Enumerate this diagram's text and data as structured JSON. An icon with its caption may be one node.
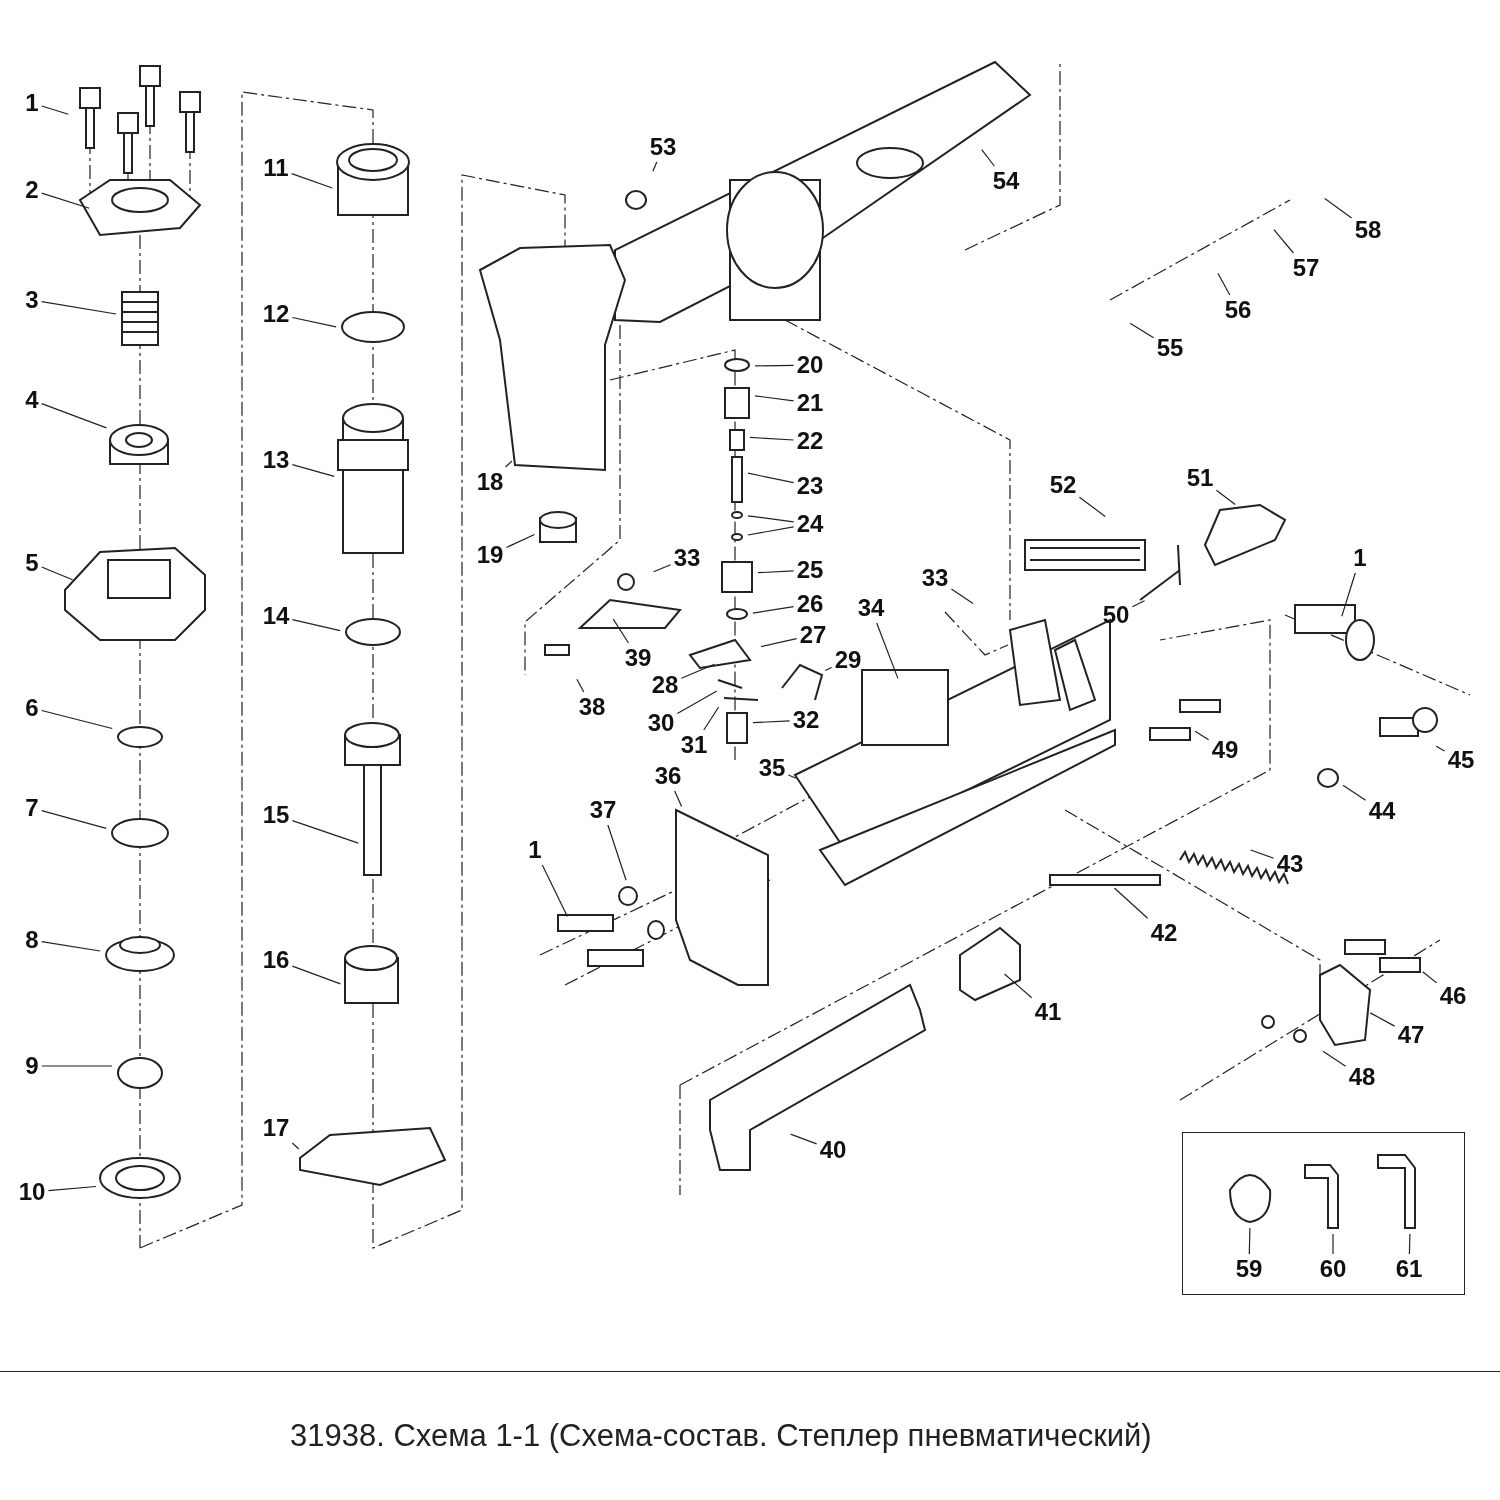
{
  "diagram": {
    "caption": "31938. Схема 1-1 (Схема-состав. Степлер пневматический)",
    "nodes": [
      {
        "text": [
          "1"
        ]
      },
      {
        "text": [
          "2"
        ]
      },
      {
        "text": [
          "3"
        ]
      },
      {
        "text": [
          "4"
        ]
      },
      {
        "text": [
          "5"
        ]
      },
      {
        "text": [
          "6"
        ]
      },
      {
        "text": [
          "7"
        ]
      },
      {
        "text": [
          "8"
        ]
      },
      {
        "text": [
          "9"
        ]
      },
      {
        "text": [
          "10"
        ]
      },
      {
        "text": [
          "11"
        ]
      },
      {
        "text": [
          "12"
        ]
      },
      {
        "text": [
          "13"
        ]
      },
      {
        "text": [
          "14"
        ]
      },
      {
        "text": [
          "15"
        ]
      },
      {
        "text": [
          "16"
        ]
      },
      {
        "text": [
          "17"
        ]
      },
      {
        "text": [
          "53"
        ]
      },
      {
        "text": [
          "54"
        ]
      },
      {
        "text": [
          "58"
        ]
      },
      {
        "text": [
          "57"
        ]
      },
      {
        "text": [
          "56"
        ]
      },
      {
        "text": [
          "55"
        ]
      },
      {
        "text": [
          "20"
        ]
      },
      {
        "text": [
          "21"
        ]
      },
      {
        "text": [
          "22"
        ]
      },
      {
        "text": [
          "23"
        ]
      },
      {
        "text": [
          "18"
        ]
      },
      {
        "text": [
          "24"
        ]
      },
      {
        "text": [
          "19"
        ]
      },
      {
        "text": [
          "33"
        ]
      },
      {
        "text": [
          "25"
        ]
      },
      {
        "text": [
          "26"
        ]
      },
      {
        "text": [
          "27"
        ]
      },
      {
        "text": [
          "29"
        ]
      },
      {
        "text": [
          "39"
        ]
      },
      {
        "text": [
          "28"
        ]
      },
      {
        "text": [
          "38"
        ]
      },
      {
        "text": [
          "32"
        ]
      },
      {
        "text": [
          "30"
        ]
      },
      {
        "text": [
          "31"
        ]
      },
      {
        "text": [
          "35"
        ]
      },
      {
        "text": [
          "36"
        ]
      },
      {
        "text": [
          "37"
        ]
      },
      {
        "text": [
          "1"
        ]
      },
      {
        "text": [
          "52"
        ]
      },
      {
        "text": [
          "51"
        ]
      },
      {
        "text": [
          "1"
        ]
      },
      {
        "text": [
          "33"
        ]
      },
      {
        "text": [
          "34"
        ]
      },
      {
        "text": [
          "50"
        ]
      },
      {
        "text": [
          "49"
        ]
      },
      {
        "text": [
          "45"
        ]
      },
      {
        "text": [
          "44"
        ]
      },
      {
        "text": [
          "43"
        ]
      },
      {
        "text": [
          "42"
        ]
      },
      {
        "text": [
          "46"
        ]
      },
      {
        "text": [
          "41"
        ]
      },
      {
        "text": [
          "47"
        ]
      },
      {
        "text": [
          "48"
        ]
      },
      {
        "text": [
          "40"
        ]
      },
      {
        "text": [],
        "shape": "box"
      },
      {
        "text": [
          "59"
        ],
        "in": 61
      },
      {
        "text": [
          "60"
        ],
        "in": 61
      },
      {
        "text": [
          "61"
        ],
        "in": 61
      }
    ],
    "edges": [
      {
        "from": 0,
        "to": null,
        "arrow": "none"
      },
      {
        "from": 1,
        "to": null,
        "arrow": "none"
      },
      {
        "from": 2,
        "to": null,
        "arrow": "none"
      },
      {
        "from": 3,
        "to": null,
        "arrow": "none"
      },
      {
        "from": 4,
        "to": null,
        "arrow": "none"
      },
      {
        "from": 5,
        "to": null,
        "arrow": "none"
      },
      {
        "from": 6,
        "to": null,
        "arrow": "none"
      },
      {
        "from": 7,
        "to": null,
        "arrow": "none"
      },
      {
        "from": 8,
        "to": null,
        "arrow": "none"
      },
      {
        "from": 9,
        "to": null,
        "arrow": "none"
      },
      {
        "from": 10,
        "to": null,
        "arrow": "none"
      },
      {
        "from": 11,
        "to": null,
        "arrow": "none"
      },
      {
        "from": 12,
        "to": null,
        "arrow": "none"
      },
      {
        "from": 13,
        "to": null,
        "arrow": "none"
      },
      {
        "from": 14,
        "to": null,
        "arrow": "none"
      },
      {
        "from": 15,
        "to": null,
        "arrow": "none"
      },
      {
        "from": 16,
        "to": null,
        "arrow": "none"
      },
      {
        "from": 17,
        "to": null,
        "arrow": "none"
      },
      {
        "from": 18,
        "to": null,
        "arrow": "none"
      },
      {
        "from": 19,
        "to": null,
        "arrow": "none"
      },
      {
        "from": 20,
        "to": null,
        "arrow": "none"
      },
      {
        "from": 21,
        "to": null,
        "arrow": "none"
      },
      {
        "from": 22,
        "to": null,
        "arrow": "none"
      },
      {
        "from": 23,
        "to": null,
        "arrow": "none"
      },
      {
        "from": 24,
        "to": null,
        "arrow": "none"
      },
      {
        "from": 25,
        "to": null,
        "arrow": "none"
      },
      {
        "from": 26,
        "to": null,
        "arrow": "none"
      },
      {
        "from": 27,
        "to": null,
        "arrow": "none"
      },
      {
        "from": 28,
        "to": null,
        "arrow": "none"
      },
      {
        "from": 28,
        "to": null,
        "arrow": "none"
      },
      {
        "from": 29,
        "to": null,
        "arrow": "none"
      },
      {
        "from": 30,
        "to": null,
        "arrow": "none"
      },
      {
        "from": 31,
        "to": null,
        "arrow": "none"
      },
      {
        "from": 32,
        "to": null,
        "arrow": "none"
      },
      {
        "from": 33,
        "to": null,
        "arrow": "none"
      },
      {
        "from": 34,
        "to": null,
        "arrow": "none"
      },
      {
        "from": 35,
        "to": null,
        "arrow": "none"
      },
      {
        "from": 36,
        "to": null,
        "arrow": "none"
      },
      {
        "from": 37,
        "to": null,
        "arrow": "none"
      },
      {
        "from": 38,
        "to": null,
        "arrow": "none"
      },
      {
        "from": 39,
        "to": null,
        "arrow": "none"
      },
      {
        "from": 40,
        "to": null,
        "arrow": "none"
      },
      {
        "from": 41,
        "to": null,
        "arrow": "none"
      },
      {
        "from": 42,
        "to": null,
        "arrow": "none"
      },
      {
        "from": 43,
        "to": null,
        "arrow": "none"
      },
      {
        "from": 44,
        "to": null,
        "arrow": "none"
      },
      {
        "from": 45,
        "to": null,
        "arrow": "none"
      },
      {
        "from": 46,
        "to": null,
        "arrow": "none"
      },
      {
        "from": 47,
        "to": null,
        "arrow": "none"
      },
      {
        "from": 48,
        "to": null,
        "arrow": "none"
      },
      {
        "from": 49,
        "to": null,
        "arrow": "none"
      },
      {
        "from": 50,
        "to": null,
        "arrow": "none"
      },
      {
        "from": 51,
        "to": null,
        "arrow": "none"
      },
      {
        "from": 52,
        "to": null,
        "arrow": "none"
      },
      {
        "from": 53,
        "to": null,
        "arrow": "none"
      },
      {
        "from": 54,
        "to": null,
        "arrow": "none"
      },
      {
        "from": 55,
        "to": null,
        "arrow": "none"
      },
      {
        "from": 56,
        "to": null,
        "arrow": "none"
      },
      {
        "from": 57,
        "to": null,
        "arrow": "none"
      },
      {
        "from": 58,
        "to": null,
        "arrow": "none"
      },
      {
        "from": 59,
        "to": null,
        "arrow": "none"
      },
      {
        "from": 60,
        "to": null,
        "arrow": "none"
      },
      {
        "from": 62,
        "to": null,
        "arrow": "none"
      },
      {
        "from": 63,
        "to": null,
        "arrow": "none"
      },
      {
        "from": 64,
        "to": null,
        "arrow": "none"
      }
    ]
  }
}
